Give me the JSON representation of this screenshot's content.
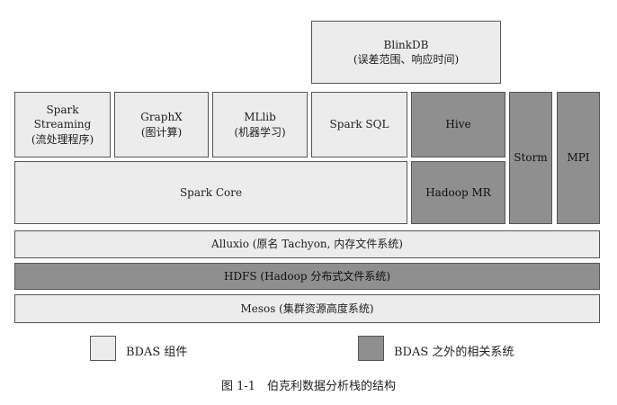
{
  "diagram": {
    "blinkdb": "BlinkDB\n(误差范围、响应时间)",
    "spark_streaming": "Spark\nStreaming\n(流处理程序)",
    "graphx": "GraphX\n(图计算)",
    "mllib": "MLlib\n(机器学习)",
    "spark_sql": "Spark SQL",
    "hive": "Hive",
    "storm": "Storm",
    "mpi": "MPI",
    "spark_core": "Spark Core",
    "hadoop_mr": "Hadoop MR",
    "alluxio": "Alluxio (原名 Tachyon, 内存文件系统)",
    "hdfs": "HDFS (Hadoop 分布式文件系统)",
    "mesos": "Mesos (集群资源高度系统)"
  },
  "legend": {
    "bdas_label": "BDAS 组件",
    "other_label": "BDAS 之外的相关系统"
  },
  "caption": "图 1-1　伯克利数据分析栈的结构",
  "colors": {
    "bdas_fill": "#ececec",
    "other_fill": "#8f8f8f",
    "border": "#555555"
  }
}
